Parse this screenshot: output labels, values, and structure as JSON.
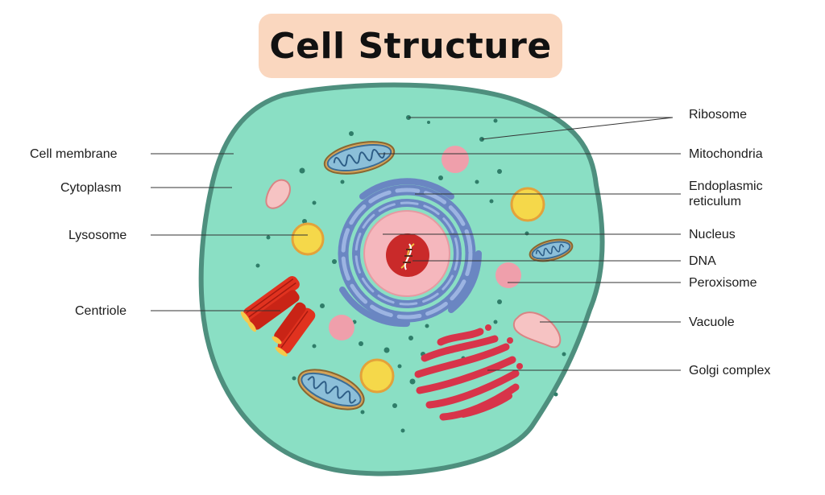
{
  "title": "Cell Structure",
  "colors": {
    "title_bg": "#fad7bf",
    "cytoplasm": "#8adfc4",
    "membrane": "#4e8f7e",
    "nucleus_envelope": "#6a86c2",
    "nucleolus": "#c92a2a",
    "centriole": "#e0321f",
    "golgi": "#d8344a",
    "lysosome": "#f5d84a",
    "peroxisome": "#ef9fab",
    "vacuole": "#f6c3c3"
  },
  "labels": {
    "cell_membrane": "Cell membrane",
    "cytoplasm": "Cytoplasm",
    "lysosome": "Lysosome",
    "centriole": "Centriole",
    "ribosome": "Ribosome",
    "mitochondria": "Mitochondria",
    "endoplasmic": "Endoplasmic",
    "reticulum": "reticulum",
    "nucleus": "Nucleus",
    "dna": "DNA",
    "peroxisome": "Peroxisome",
    "vacuole": "Vacuole",
    "golgi_complex": "Golgi complex"
  }
}
